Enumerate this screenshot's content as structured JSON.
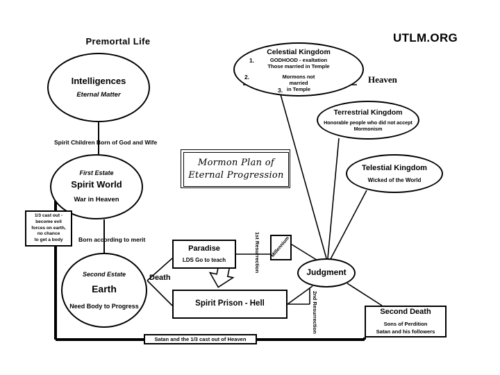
{
  "watermark": "UTLM.ORG",
  "title_box": {
    "line1": "Mormon Plan of",
    "line2": "Eternal Progression"
  },
  "labels": {
    "premortal": "Premortal Life",
    "heaven": "Heaven",
    "spirit_children": "Spirit Children Born of God and Wife",
    "born_merit": "Born according to merit",
    "death": "Death",
    "first_resurrection": "1st Resurrection",
    "second_resurrection": "2nd Resurrection"
  },
  "nodes": {
    "intelligences": {
      "title": "Intelligences",
      "subtitle": "Eternal Matter"
    },
    "spirit_world": {
      "estate": "First Estate",
      "title": "Spirit World",
      "note": "War in Heaven"
    },
    "cast_out": {
      "line1": "1/3 cast out -",
      "line2": "become evil",
      "line3": "forces on earth,",
      "line4": "no chance",
      "line5": "to get a body"
    },
    "earth": {
      "estate": "Second Estate",
      "title": "Earth",
      "note": "Need Body to Progress"
    },
    "paradise": {
      "title": "Paradise",
      "note": "LDS Go to teach"
    },
    "spirit_prison": {
      "title": "Spirit Prison - Hell"
    },
    "millennium": {
      "title": "Millennium"
    },
    "judgment": {
      "title": "Judgment"
    },
    "second_death": {
      "title": "Second Death",
      "line1": "Sons of Perdition",
      "line2": "Satan and his followers"
    },
    "satan_bar": {
      "title": "Satan and the 1/3 cast out of Heaven"
    },
    "celestial": {
      "title": "Celestial Kingdom",
      "tier1_num": "1.",
      "tier1_line1": "GODHOOD - exaltation",
      "tier1_line2": "Those married in Temple",
      "tier2_num": "2.",
      "tier3_num": "3.",
      "mid_line1": "Mormons not",
      "mid_line2": "married",
      "mid_line3": "in Temple"
    },
    "terrestrial": {
      "title": "Terrestrial Kingdom",
      "line1": "Honorable people who did not accept",
      "line2": "Mormonism"
    },
    "telestial": {
      "title": "Telestial Kingdom",
      "note": "Wicked of the World"
    }
  },
  "colors": {
    "ink": "#000000",
    "paper": "#ffffff"
  }
}
